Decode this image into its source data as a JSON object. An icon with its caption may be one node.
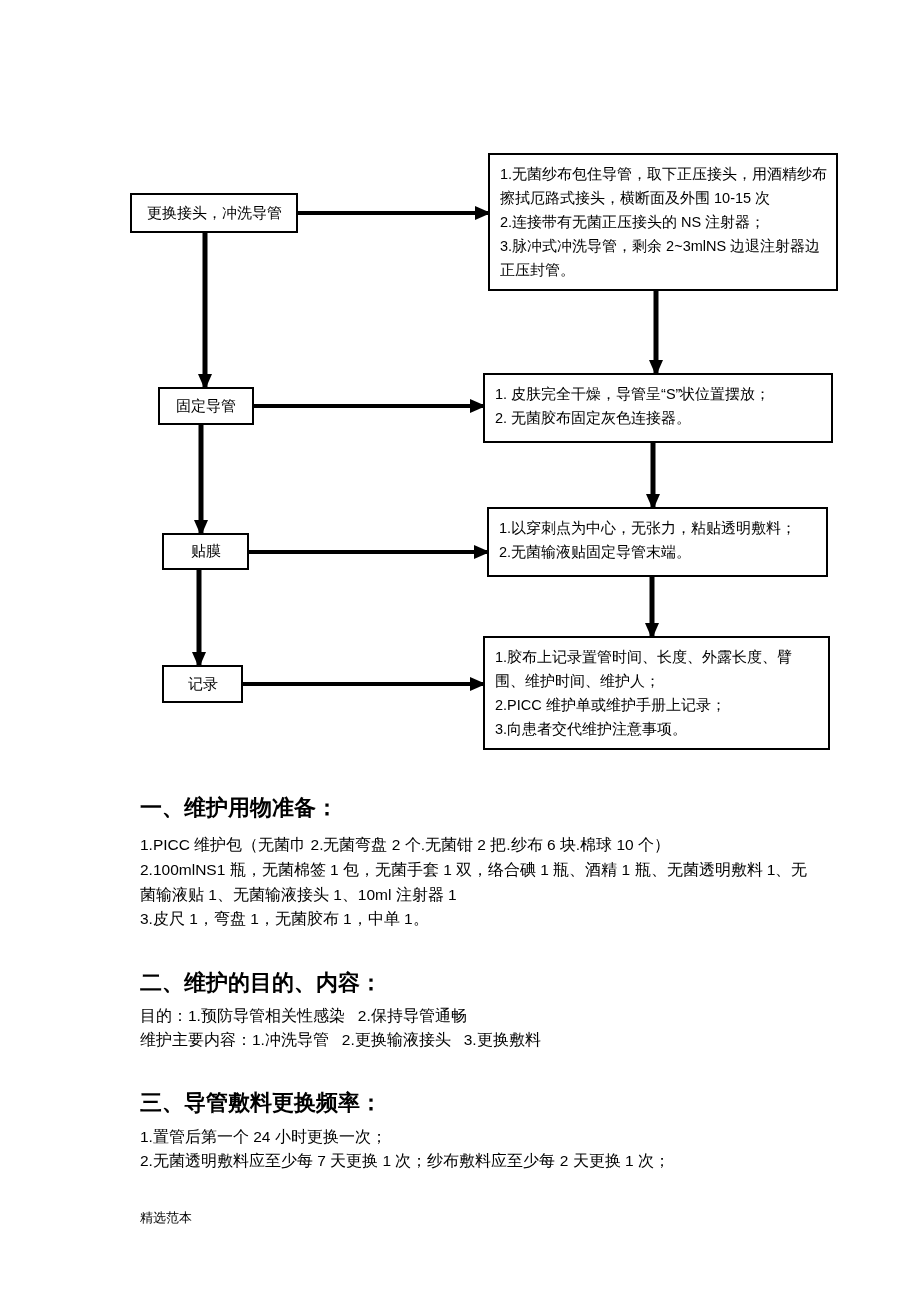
{
  "diagram": {
    "nodes": [
      {
        "text": [
          "更换接头，冲洗导管"
        ]
      },
      {
        "text": [
          "1.无菌纱布包住导管，取下正压接头，用酒精纱布擦拭厄路式接头，横断面及外围 10-15 次",
          "2.连接带有无菌正压接头的 NS 注射器；",
          "3.脉冲式冲洗导管，剩余 2~3mlNS 边退注射器边正压封管。"
        ]
      },
      {
        "text": [
          "固定导管"
        ]
      },
      {
        "text": [
          "1. 皮肤完全干燥，导管呈“S”状位置摆放；",
          "2. 无菌胶布固定灰色连接器。"
        ]
      },
      {
        "text": [
          "贴膜"
        ]
      },
      {
        "text": [
          "1.以穿刺点为中心，无张力，粘贴透明敷料；",
          "2.无菌输液贴固定导管末端。"
        ]
      },
      {
        "text": [
          "记录"
        ]
      },
      {
        "text": [
          "1.胶布上记录置管时间、长度、外露长度、臂围、维护时间、维护人；",
          "2.PICC 维护单或维护手册上记录；",
          "3.向患者交代维护注意事项。"
        ]
      }
    ],
    "edges": [
      {
        "from": 0,
        "to": 1,
        "arrow": "to"
      },
      {
        "from": 0,
        "to": 2,
        "arrow": "to"
      },
      {
        "from": 1,
        "to": 3,
        "arrow": "to"
      },
      {
        "from": 2,
        "to": 3,
        "arrow": "to"
      },
      {
        "from": 2,
        "to": 4,
        "arrow": "to"
      },
      {
        "from": 3,
        "to": 5,
        "arrow": "to"
      },
      {
        "from": 4,
        "to": 5,
        "arrow": "to"
      },
      {
        "from": 4,
        "to": 6,
        "arrow": "to"
      },
      {
        "from": 5,
        "to": 7,
        "arrow": "to"
      },
      {
        "from": 6,
        "to": 7,
        "arrow": "to"
      }
    ],
    "labels": [
      "一、维护用物准备：",
      "1.PICC 维护包（无菌巾 2.无菌弯盘 2 个.无菌钳 2 把.纱布 6 块.棉球 10 个）",
      "2.100mlNS1 瓶，无菌棉签 1 包，无菌手套 1 双，络合碘 1 瓶、酒精 1 瓶、无菌透明敷料 1、无菌输液贴 1、无菌输液接头 1、10ml 注射器 1",
      "3.皮尺 1，弯盘 1，无菌胶布 1，中单 1。",
      "二、维护的目的、内容：",
      "目的：1.预防导管相关性感染   2.保持导管通畅",
      "维护主要内容：1.冲洗导管   2.更换输液接头   3.更换敷料",
      "三、导管敷料更换频率：",
      "1.置管后第一个 24 小时更换一次；",
      "2.无菌透明敷料应至少每 7 天更换 1 次；纱布敷料应至少每 2 天更换 1 次；",
      "精选范本"
    ]
  }
}
